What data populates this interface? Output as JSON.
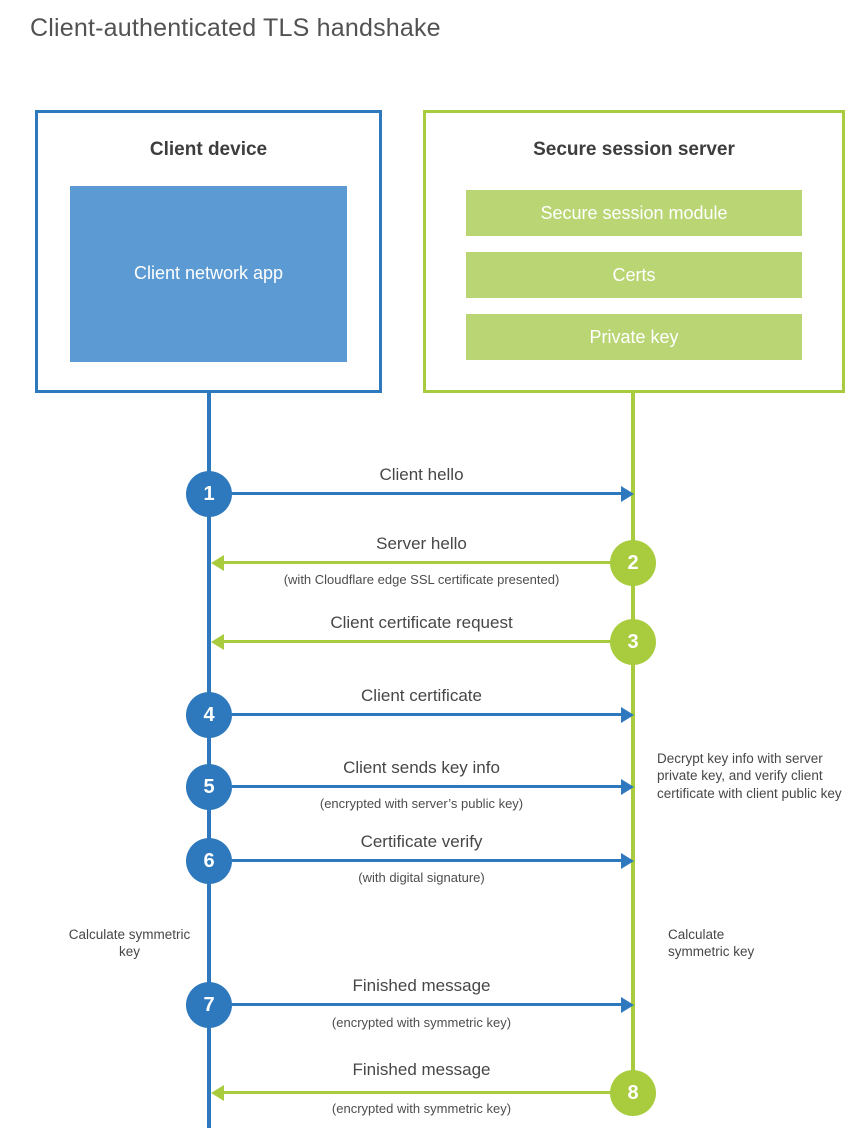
{
  "title": "Client-authenticated TLS handshake",
  "client": {
    "title": "Client device",
    "app_label": "Client network app"
  },
  "server": {
    "title": "Secure session server",
    "modules": [
      "Secure session module",
      "Certs",
      "Private key"
    ]
  },
  "steps": [
    {
      "num": "1",
      "label": "Client hello",
      "sub": "",
      "direction": "client-to-server"
    },
    {
      "num": "2",
      "label": "Server hello",
      "sub": "(with Cloudflare edge SSL certificate presented)",
      "direction": "server-to-client"
    },
    {
      "num": "3",
      "label": "Client certificate request",
      "sub": "",
      "direction": "server-to-client"
    },
    {
      "num": "4",
      "label": "Client certificate",
      "sub": "",
      "direction": "client-to-server"
    },
    {
      "num": "5",
      "label": "Client sends key info",
      "sub": "(encrypted with server’s public key)",
      "direction": "client-to-server"
    },
    {
      "num": "6",
      "label": "Certificate verify",
      "sub": "(with digital signature)",
      "direction": "client-to-server"
    },
    {
      "num": "7",
      "label": "Finished message",
      "sub": "(encrypted with symmetric key)",
      "direction": "client-to-server"
    },
    {
      "num": "8",
      "label": "Finished message",
      "sub": "(encrypted with symmetric key)",
      "direction": "server-to-client"
    }
  ],
  "annotations": {
    "decrypt_note": "Decrypt key info with server private key, and verify client certificate with client public key",
    "calc_symmetric_left": "Calculate symmetric key",
    "calc_symmetric_right": "Calculate symmetric key"
  },
  "colors": {
    "blue": "#2e79bd",
    "blue-fill": "#5b9ad2",
    "green": "#a8cc3e",
    "green-fill": "#bad573"
  }
}
